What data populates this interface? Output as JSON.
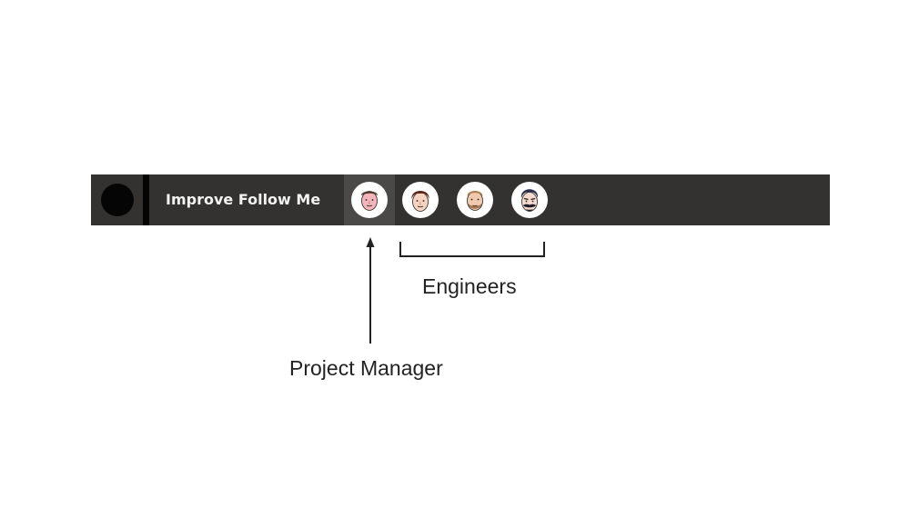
{
  "toolbar": {
    "title": "Improve Follow Me",
    "avatars": [
      {
        "icon": "project-manager-avatar-icon",
        "role": "manager",
        "selected": true
      },
      {
        "icon": "engineer-avatar-icon",
        "role": "engineer",
        "selected": false
      },
      {
        "icon": "engineer-avatar-icon",
        "role": "engineer",
        "selected": false
      },
      {
        "icon": "engineer-avatar-icon",
        "role": "engineer",
        "selected": false
      }
    ]
  },
  "annotations": {
    "engineers_label": "Engineers",
    "project_manager_label": "Project Manager"
  },
  "colors": {
    "bar_background": "#333231",
    "selected_slot": "#4a4948",
    "title_text": "#f2f2f2",
    "annotation_ink": "#222222"
  }
}
